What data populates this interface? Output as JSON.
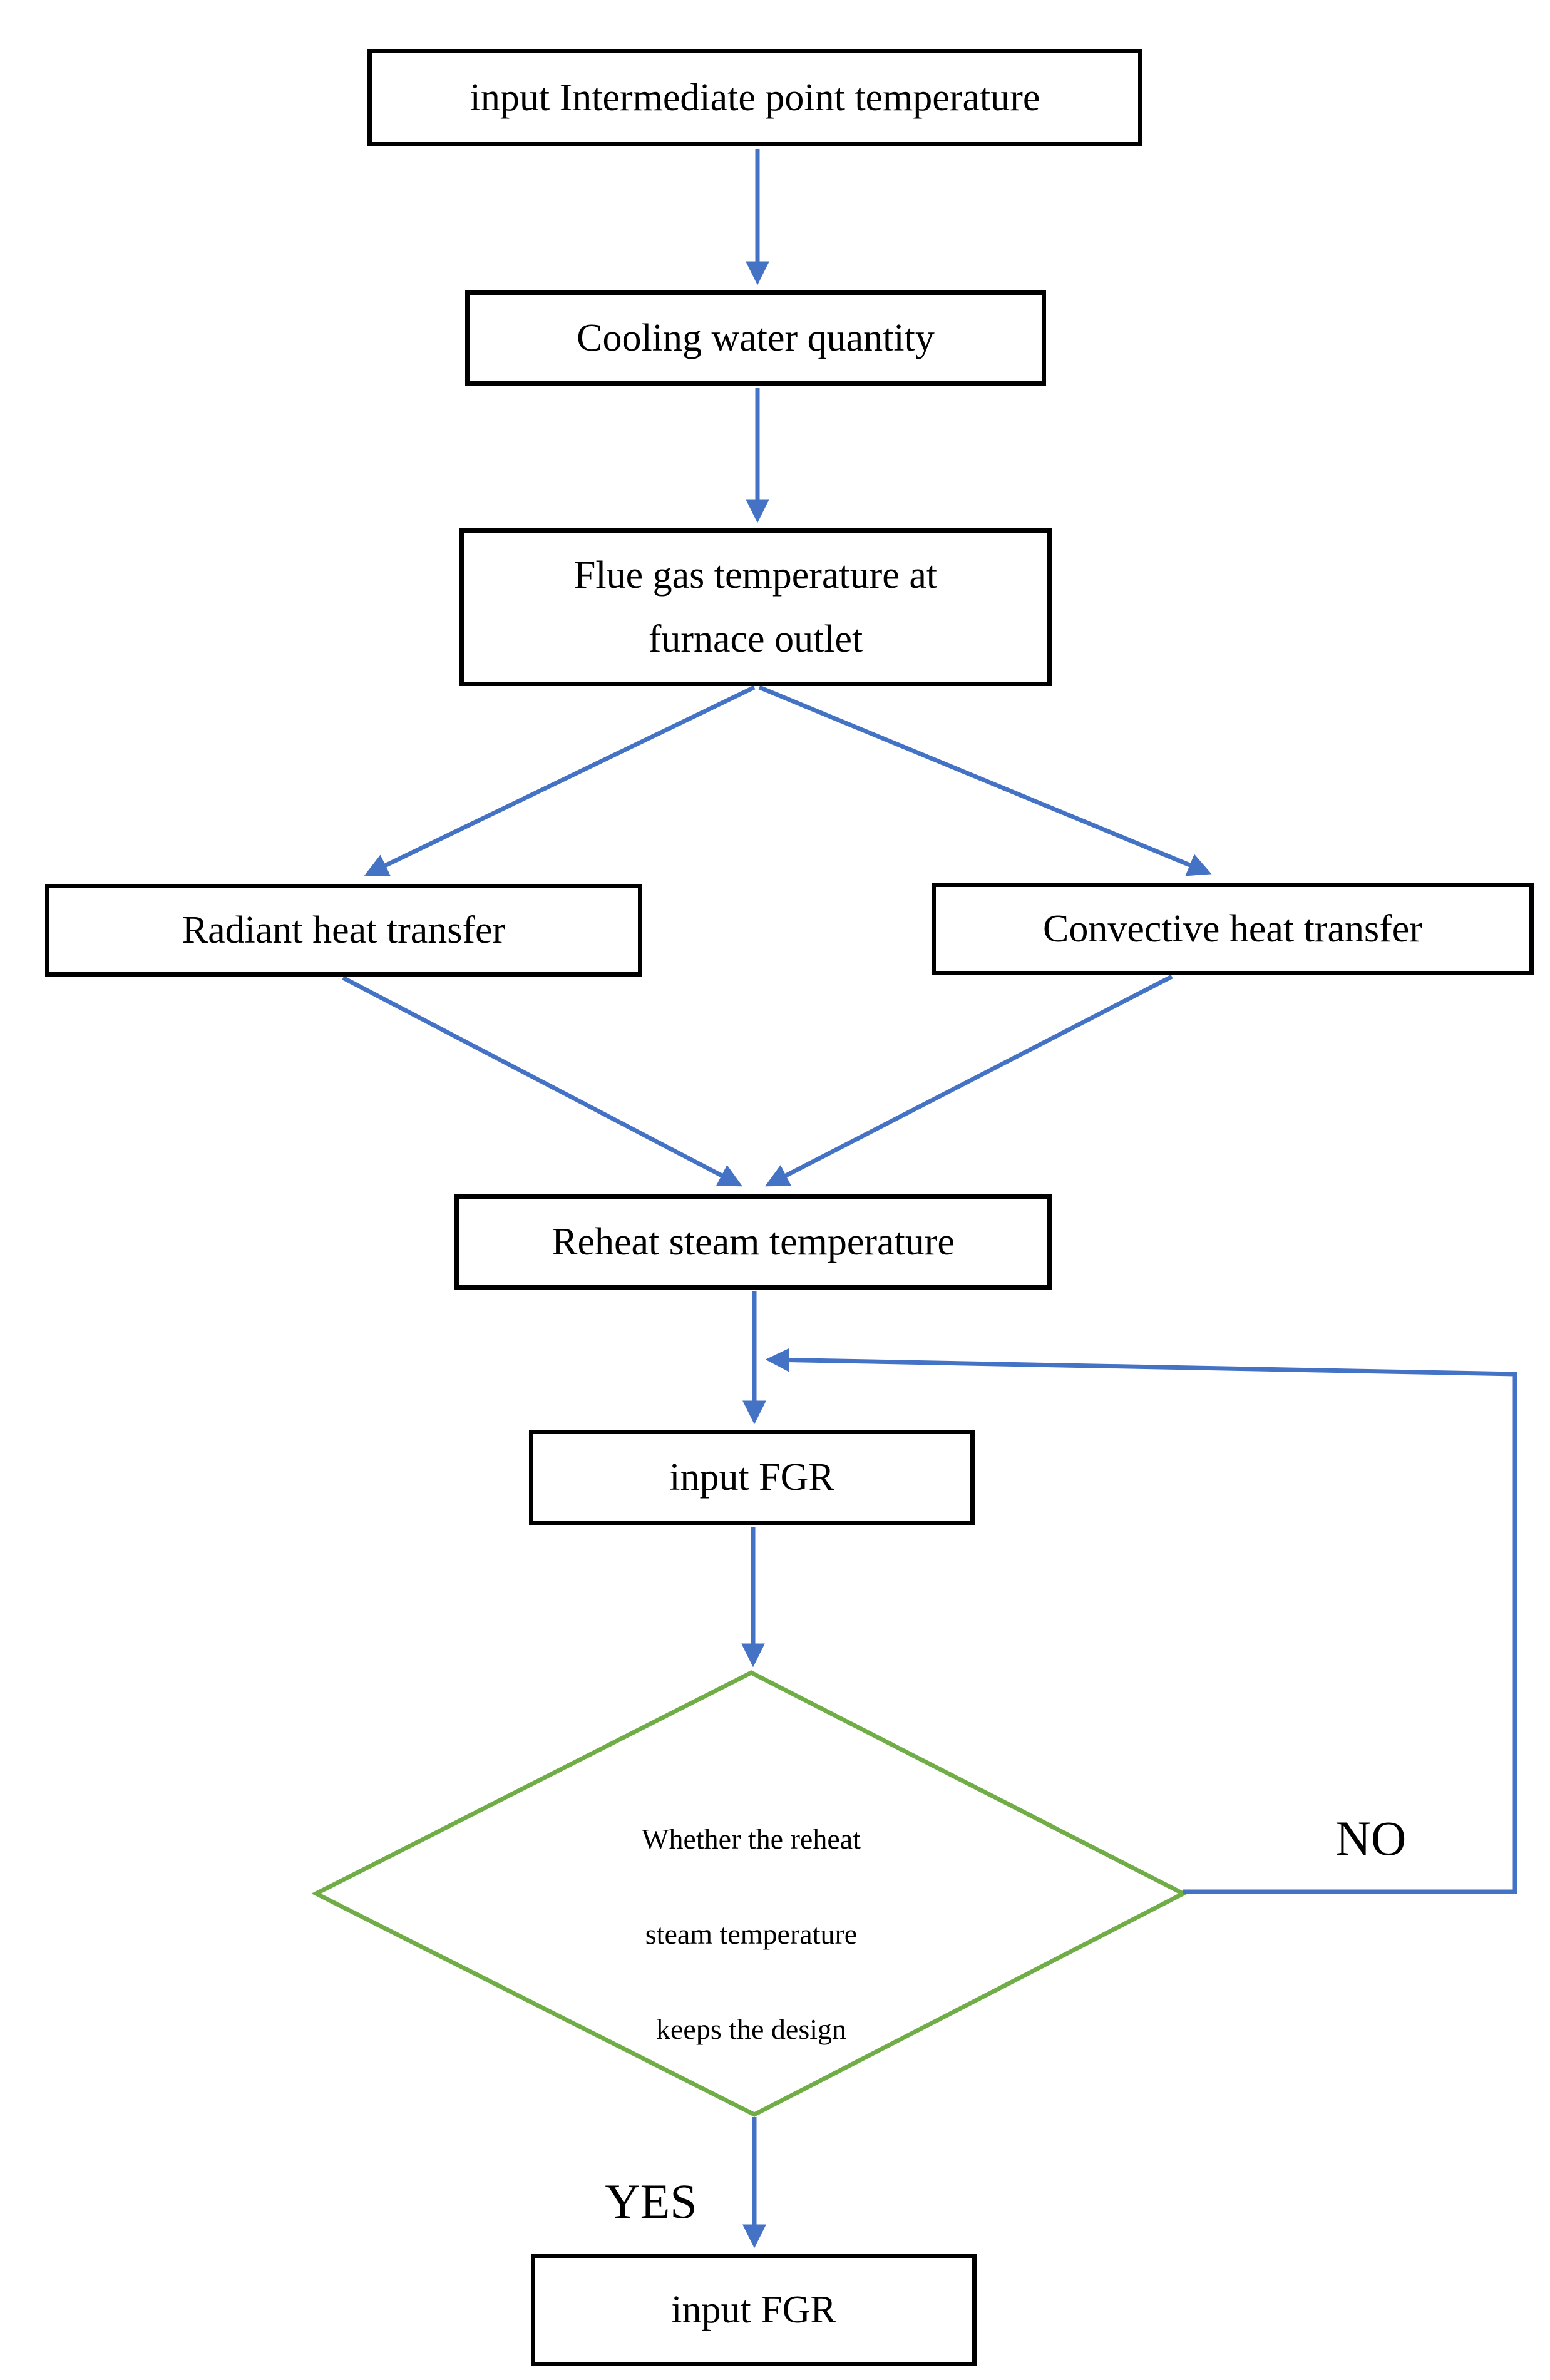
{
  "figure": {
    "type": "flowchart",
    "nodes": {
      "intermediate": {
        "label": "input Intermediate point temperature",
        "shape": "rect"
      },
      "cooling": {
        "label": "Cooling water quantity",
        "shape": "rect"
      },
      "flue": {
        "label": "Flue gas temperature at\nfurnace outlet",
        "shape": "rect"
      },
      "radiant": {
        "label": "Radiant heat transfer",
        "shape": "rect"
      },
      "convective": {
        "label": "Convective heat transfer",
        "shape": "rect"
      },
      "reheat": {
        "label": "Reheat steam temperature",
        "shape": "rect"
      },
      "input_fgr": {
        "label": "input FGR",
        "shape": "rect"
      },
      "decision": {
        "label": "Whether the reheat\nsteam temperature\nkeeps the design",
        "shape": "diamond"
      },
      "input_fgr_final": {
        "label": "input FGR",
        "shape": "rect"
      }
    },
    "edges": [
      {
        "from": "intermediate",
        "to": "cooling",
        "label": ""
      },
      {
        "from": "cooling",
        "to": "flue",
        "label": ""
      },
      {
        "from": "flue",
        "to": "radiant",
        "label": ""
      },
      {
        "from": "flue",
        "to": "convective",
        "label": ""
      },
      {
        "from": "radiant",
        "to": "reheat",
        "label": ""
      },
      {
        "from": "convective",
        "to": "reheat",
        "label": ""
      },
      {
        "from": "reheat",
        "to": "input_fgr",
        "label": ""
      },
      {
        "from": "input_fgr",
        "to": "decision",
        "label": ""
      },
      {
        "from": "decision",
        "to": "input_fgr",
        "label": "NO",
        "kind": "loop-back"
      },
      {
        "from": "decision",
        "to": "input_fgr_final",
        "label": "YES"
      }
    ],
    "edge_labels": {
      "no": "NO",
      "yes": "YES"
    },
    "colors": {
      "arrow_blue": "#4472C4",
      "decision_green": "#70AD47",
      "node_border": "#000000",
      "text": "#000000",
      "background": "#FFFFFF"
    }
  }
}
